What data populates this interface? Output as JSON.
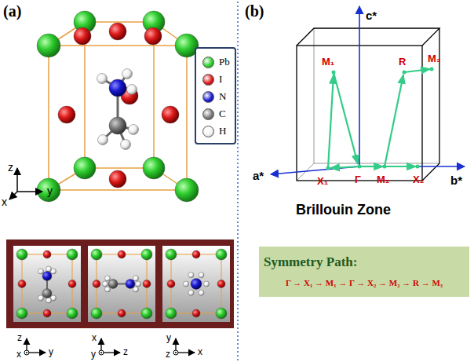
{
  "diagram": {
    "nodes": [
      {
        "text": [
          "Symmetry Path:",
          "Γ → X₁ → M₁ → Γ → X₂ → M₂ → R → M₃"
        ]
      }
    ],
    "edges": [],
    "labels": [
      "(a)",
      "(b)",
      "z",
      "y",
      "x",
      "z",
      "x",
      "y",
      "x",
      "y",
      "z",
      "y",
      "z",
      "x",
      "c*",
      "a*",
      "b*",
      "M₁",
      "M₃",
      "R",
      "X₁",
      "Γ",
      "M₂",
      "X₂",
      "Brillouin Zone"
    ],
    "legend": [
      {
        "text": "Pb",
        "color": "#2ecc2e"
      },
      {
        "text": "I",
        "color": "#dd1a1a"
      },
      {
        "text": "N",
        "color": "#1a1ad0"
      },
      {
        "text": "C",
        "color": "#7a7a7a"
      },
      {
        "text": "H",
        "color": "#f4f4f4"
      }
    ]
  }
}
